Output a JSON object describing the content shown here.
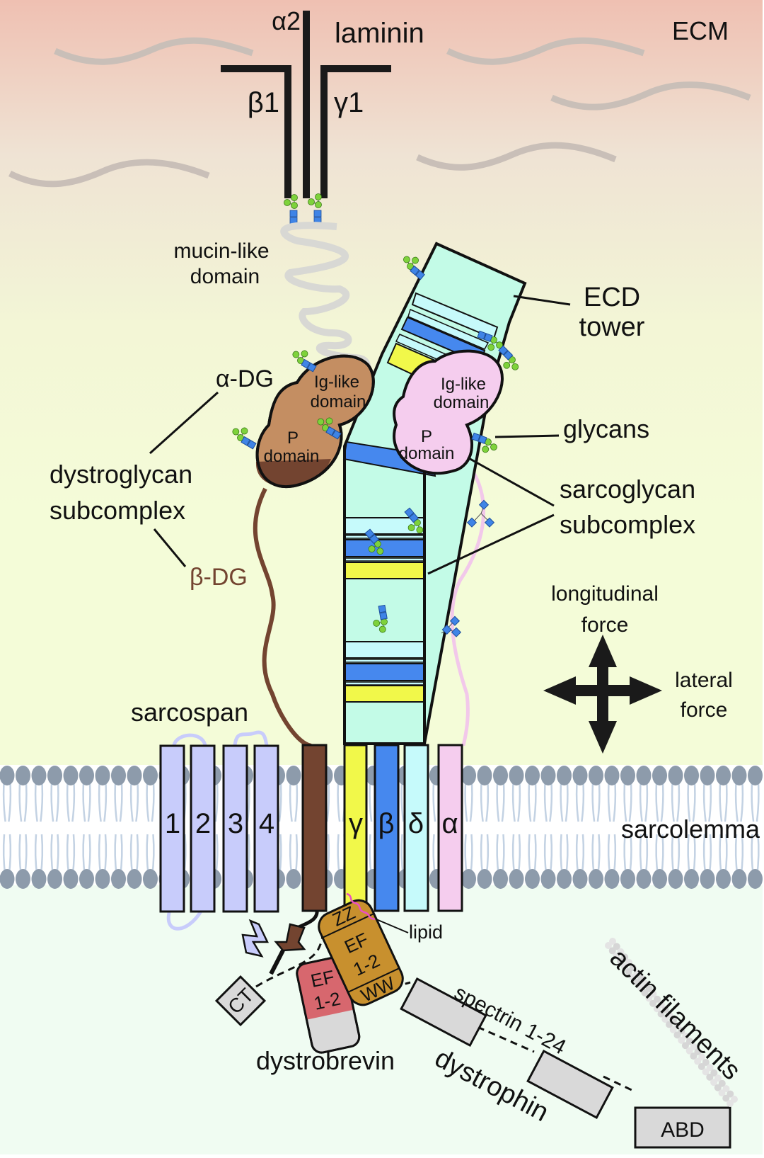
{
  "regions": {
    "ecm": "ECM",
    "sarcolemma": "sarcolemma"
  },
  "laminin": {
    "title": "laminin",
    "chains": {
      "alpha": "α2",
      "beta": "β1",
      "gamma": "γ1"
    }
  },
  "dystroglycan": {
    "mucin": [
      "mucin-like",
      "domain"
    ],
    "alpha_dg": "α-DG",
    "beta_dg": "β-DG",
    "subcomplex": [
      "dystroglycan",
      "subcomplex"
    ],
    "ig_domain": [
      "Ig-like",
      "domain"
    ],
    "p_domain": [
      "P",
      "domain"
    ]
  },
  "sarcoglycan": {
    "ecd": [
      "ECD",
      "tower"
    ],
    "glycans": "glycans",
    "subcomplex": [
      "sarcoglycan",
      "subcomplex"
    ],
    "subunits": [
      "γ",
      "β",
      "δ",
      "α"
    ],
    "ig_domain": [
      "Ig-like",
      "domain"
    ],
    "p_domain": [
      "P",
      "domain"
    ]
  },
  "sarcospan": {
    "title": "sarcospan",
    "segments": [
      "1",
      "2",
      "3",
      "4"
    ]
  },
  "forces": {
    "longitudinal": [
      "longitudinal",
      "force"
    ],
    "lateral": [
      "lateral",
      "force"
    ]
  },
  "dystrophin": {
    "title": "dystrophin",
    "zz": "ZZ",
    "ef": [
      "EF",
      "1-2"
    ],
    "ww": "WW",
    "spectrin": "spectrin 1-24",
    "abd": "ABD",
    "lipid": "lipid",
    "ct": "CT"
  },
  "dystrobrevin": {
    "title": "dystrobrevin",
    "ef": [
      "EF",
      "1-2"
    ]
  },
  "actin": "actin filaments",
  "colors": {
    "ecm_top": "#efc2b4",
    "ecm_mid": "#efe8da",
    "extracellular": "#f4fbd8",
    "intracellular": "#f0fcf2",
    "lipid_head": "#8d9bab",
    "lipid_tail": "#c3d2e3",
    "alpha_dg": "#c48e62",
    "beta_dg": "#734430",
    "sg_gamma": "#f1f84a",
    "sg_beta": "#4688ee",
    "sg_delta": "#c6fafb",
    "sg_alpha": "#f5cdee",
    "ecd": "#c3fbe7",
    "sarcospan": "#c8ccfb",
    "dystrophin": "#c8902e",
    "dystrobrevin": "#d7676e",
    "grey_box": "#d9d9d9",
    "glycan_sugar": "#7ed23b",
    "glycan_core": "#3f84e6"
  }
}
